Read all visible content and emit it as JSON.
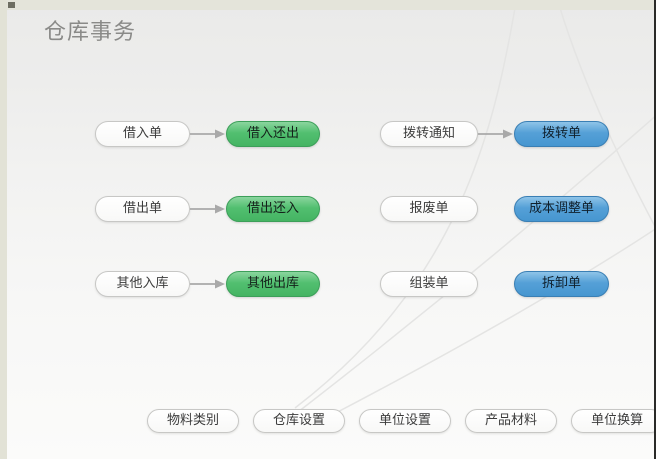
{
  "window": {
    "title": "仓库事务"
  },
  "flows": {
    "left": [
      {
        "source": "借入单",
        "target": "借入还出",
        "target_color": "green",
        "has_arrow": true
      },
      {
        "source": "借出单",
        "target": "借出还入",
        "target_color": "green",
        "has_arrow": true
      },
      {
        "source": "其他入库",
        "target": "其他出库",
        "target_color": "green",
        "has_arrow": true
      }
    ],
    "right": [
      {
        "source": "拨转通知",
        "target": "拨转单",
        "target_color": "blue",
        "has_arrow": true
      },
      {
        "source": "报废单",
        "target": "成本调整单",
        "target_color": "blue",
        "has_arrow": false
      },
      {
        "source": "组装单",
        "target": "拆卸单",
        "target_color": "blue",
        "has_arrow": false
      }
    ]
  },
  "footer": {
    "buttons": [
      "物料类别",
      "仓库设置",
      "单位设置",
      "产品材料",
      "单位换算"
    ]
  },
  "colors": {
    "green_pill": "#4cbc6b",
    "blue_pill": "#4e9fd6",
    "white_pill_border": "#c7c7c5",
    "frame_beige": "#e4e4da",
    "arrow_gray": "#a9a9a9",
    "title_gray": "#8a8a88"
  }
}
